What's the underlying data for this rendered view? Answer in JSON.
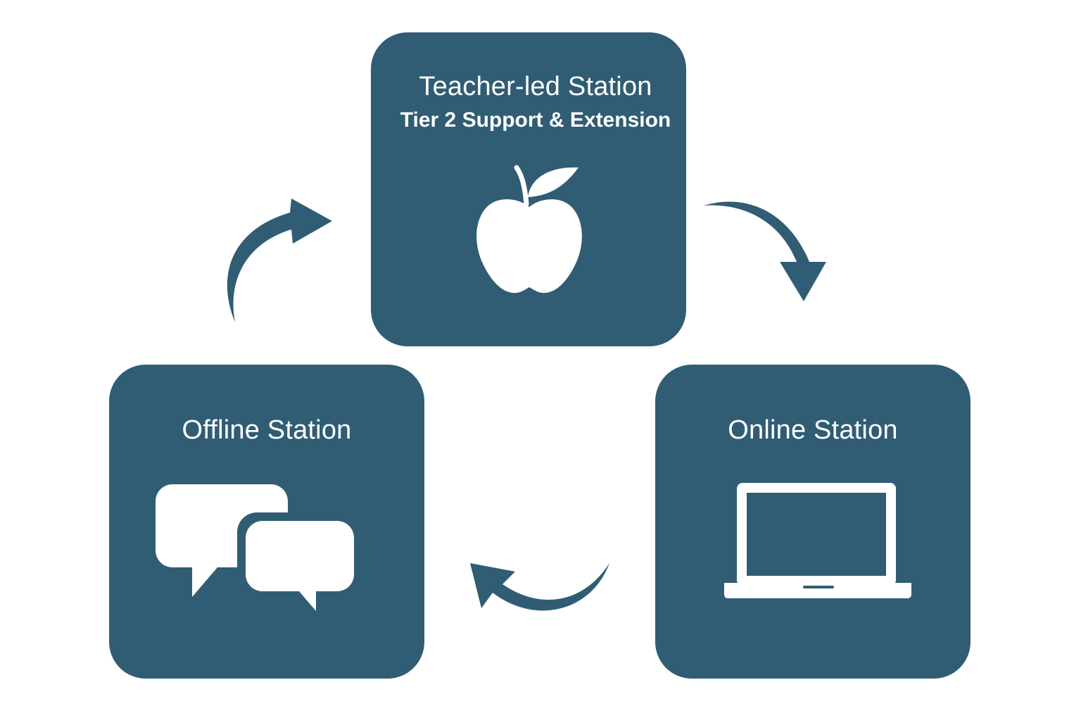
{
  "colors": {
    "box": "#305d74",
    "text": "#ffffff",
    "background": "#ffffff"
  },
  "stations": {
    "teacher_led": {
      "title": "Teacher-led Station",
      "subtitle": "Tier 2 Support & Extension",
      "icon": "apple-icon"
    },
    "offline": {
      "title": "Offline Station",
      "icon": "chat-bubbles-icon"
    },
    "online": {
      "title": "Online Station",
      "icon": "laptop-icon"
    }
  },
  "flow": {
    "arrow_icon": "curved-arrow-icon",
    "direction": "clockwise"
  }
}
